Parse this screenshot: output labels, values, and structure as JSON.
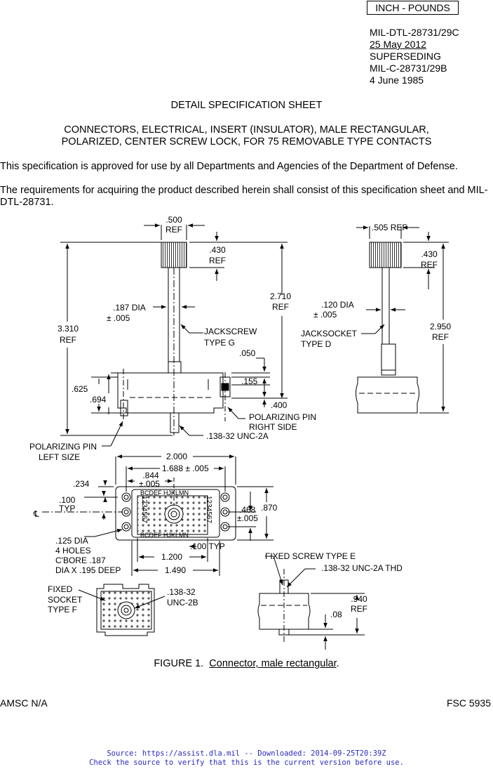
{
  "units_box": "INCH - POUNDS",
  "header": {
    "doc_number": "MIL-DTL-28731/29C",
    "doc_date": "25 May 2012",
    "superseding_label": "SUPERSEDING",
    "superseded_doc": "MIL-C-28731/29B",
    "superseded_date": "4 June 1985"
  },
  "title": "DETAIL SPECIFICATION SHEET",
  "subtitle_line1": "CONNECTORS, ELECTRICAL, INSERT (INSULATOR), MALE RECTANGULAR,",
  "subtitle_line2": "POLARIZED, CENTER SCREW LOCK, FOR 75 REMOVABLE TYPE CONTACTS",
  "para1": "This specification is approved for use by all Departments and Agencies of the Department of Defense.",
  "para2": "The requirements for acquiring the product described herein shall consist of this specification sheet and MIL-DTL-28731.",
  "figure": {
    "dim_500": ".500",
    "ref": "REF",
    "dim_430": ".430",
    "dim_2710": "2.710",
    "dim_3310": "3.310",
    "dim_187dia": ".187 DIA",
    "dim_005": "± .005",
    "jackscrew": "JACKSCREW",
    "type_g": "TYPE G",
    "dim_050": ".050",
    "dim_155": ".155",
    "dim_400": ".400",
    "dim_625": ".625",
    "dim_694": ".694",
    "pol_pin": "POLARIZING PIN",
    "right_side": "RIGHT SIDE",
    "thread_13832_2a": ".138-32 UNC-2A",
    "left_size": "LEFT SIZE",
    "dim_505ref": ".505 REF",
    "dim_120dia": ".120 DIA",
    "jacksocket": "JACKSOCKET",
    "type_d": "TYPE D",
    "dim_2950": "2.950",
    "dim_2000": "2.000",
    "dim_1688": "1.688 ± .005",
    "dim_844": ".844",
    "dim_pm005": "±.005",
    "dim_234": ".234",
    "dim_100": ".100",
    "typ": "TYP",
    "cl": "℄",
    "dim_468": ".468",
    "dim_870": ".870",
    "dim_125dia": ".125 DIA",
    "four_holes": "4 HOLES",
    "cbore": "C'BORE .187",
    "dia_deep": "DIA X .195 DEEP",
    "dim_100typ": ".100 TYP",
    "dim_1200": "1.200",
    "dim_1490": "1.490",
    "fixed_screw": "FIXED SCREW TYPE E",
    "thread_2a_thd": ".138-32 UNC-2A THD",
    "fixed": "FIXED",
    "socket": "SOCKET",
    "type_f": "TYPE F",
    "thread_2b": ".138-32",
    "unc_2b": "UNC-2B",
    "dim_940": ".940",
    "dim_08": ".08",
    "insert_nums": "1234567",
    "insert_letters_top": "BCDEF HJKLMN",
    "insert_letters_bot": "BCDEF HJKLMN"
  },
  "caption_prefix": "FIGURE 1.",
  "caption_title": "Connector, male rectangular",
  "footer": {
    "left": "AMSC N/A",
    "right": "FSC 5935"
  },
  "source_line1": "Source: https://assist.dla.mil -- Downloaded: 2014-09-25T20:39Z",
  "source_line2": "Check the source to verify that this is the current version before use."
}
